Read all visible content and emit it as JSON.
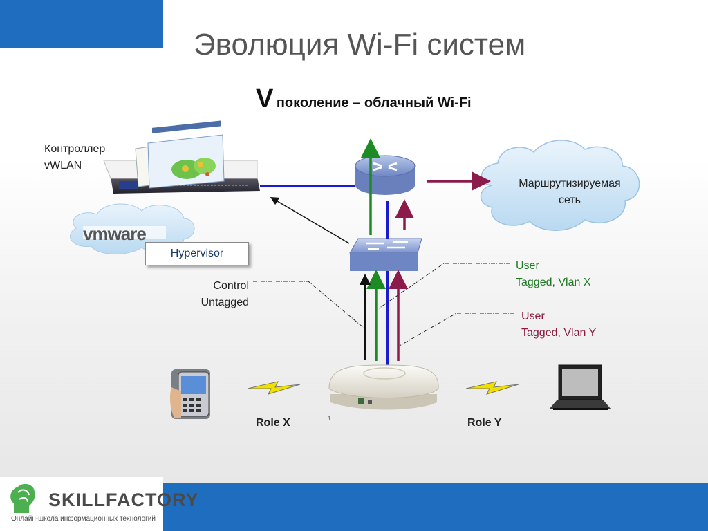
{
  "slide": {
    "title": "Эволюция Wi-Fi систем",
    "subtitle_roman": "V",
    "subtitle_rest": "поколение – облачный Wi-Fi"
  },
  "controller": {
    "line1": "Контроллер",
    "line2": "vWLAN"
  },
  "vmware": {
    "logo": "vmware"
  },
  "hypervisor": {
    "label": "Hypervisor"
  },
  "cloud": {
    "line1": "Маршрутизируемая",
    "line2": "сеть"
  },
  "control": {
    "line1": "Control",
    "line2": "Untagged"
  },
  "user_x": {
    "line1": "User",
    "line2": "Tagged, Vlan X"
  },
  "user_y": {
    "line1": "User",
    "line2": "Tagged, Vlan Y"
  },
  "roles": {
    "x": "Role X",
    "y": "Role Y"
  },
  "ap": {
    "mark": "1"
  },
  "footer": {
    "logo": "SKILLFACTORY",
    "tagline": "Онлайн-школа информационных технологий"
  },
  "colors": {
    "accent_blue": "#1f6dbf",
    "link_blue": "#1a1ad0",
    "green": "#1d8a23",
    "maroon": "#8a1b4a"
  }
}
